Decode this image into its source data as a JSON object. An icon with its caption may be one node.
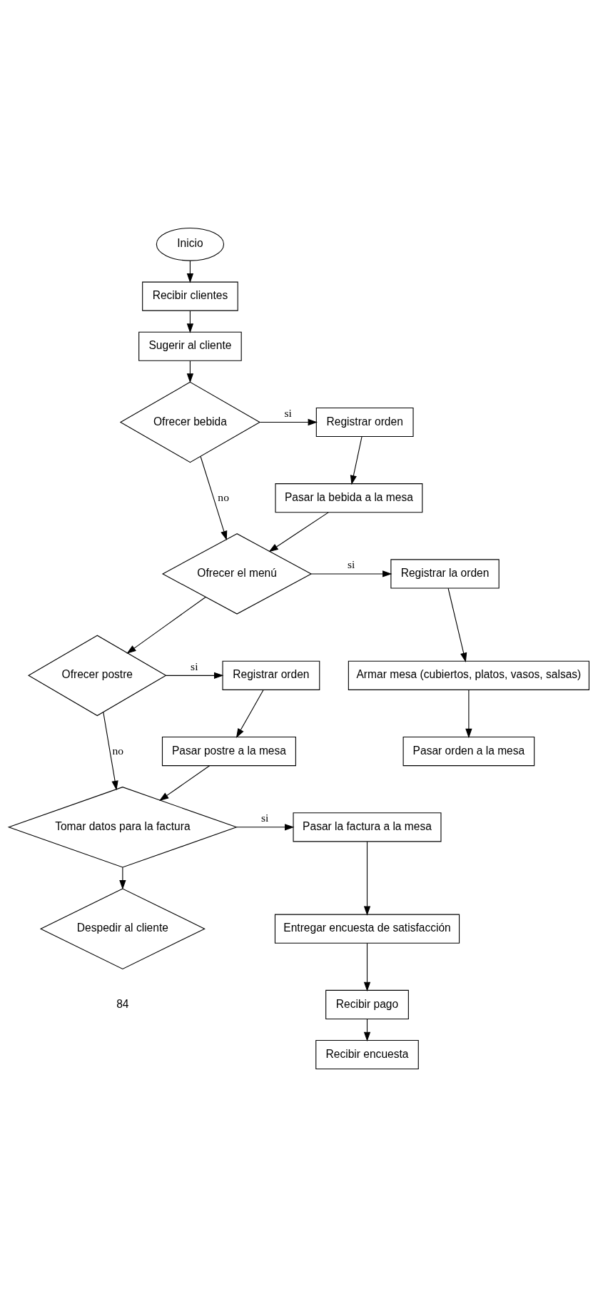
{
  "diagram": {
    "nodes": [
      {
        "text": [
          "Inicio"
        ]
      },
      {
        "text": [
          "Recibir clientes"
        ]
      },
      {
        "text": [
          "Sugerir al cliente"
        ]
      },
      {
        "text": [
          "Ofrecer bebida"
        ]
      },
      {
        "text": [
          "Registrar orden"
        ]
      },
      {
        "text": [
          "Pasar la bebida a la mesa"
        ]
      },
      {
        "text": [
          "Ofrecer el menú"
        ]
      },
      {
        "text": [
          "Registrar la orden"
        ]
      },
      {
        "text": [
          "Armar mesa (cubiertos, platos, vasos, salsas)"
        ]
      },
      {
        "text": [
          "Pasar orden a la mesa"
        ]
      },
      {
        "text": [
          "Ofrecer postre"
        ]
      },
      {
        "text": [
          "Registrar orden"
        ]
      },
      {
        "text": [
          "Pasar postre a la mesa"
        ]
      },
      {
        "text": [
          "Tomar datos para la factura"
        ]
      },
      {
        "text": [
          "Pasar la factura a la mesa"
        ]
      },
      {
        "text": [
          "Entregar encuesta de satisfacción"
        ]
      },
      {
        "text": [
          "Recibir pago"
        ]
      },
      {
        "text": [
          "Recibir encuesta"
        ]
      },
      {
        "text": [
          "Despedir al cliente"
        ]
      }
    ],
    "edges": [
      {
        "from": 0,
        "to": 1,
        "arrow": "to"
      },
      {
        "from": 1,
        "to": 2,
        "arrow": "to"
      },
      {
        "from": 2,
        "to": 3,
        "arrow": "to"
      },
      {
        "from": 3,
        "to": 4,
        "arrow": "to",
        "label": "si"
      },
      {
        "from": 4,
        "to": 5,
        "arrow": "to"
      },
      {
        "from": 5,
        "to": 6,
        "arrow": "to"
      },
      {
        "from": 3,
        "to": 6,
        "arrow": "to",
        "label": "no"
      },
      {
        "from": 6,
        "to": 7,
        "arrow": "to",
        "label": "si"
      },
      {
        "from": 7,
        "to": 8,
        "arrow": "to"
      },
      {
        "from": 8,
        "to": 9,
        "arrow": "to"
      },
      {
        "from": 6,
        "to": 10,
        "arrow": "to"
      },
      {
        "from": 10,
        "to": 11,
        "arrow": "to",
        "label": "si"
      },
      {
        "from": 11,
        "to": 12,
        "arrow": "to"
      },
      {
        "from": 12,
        "to": 13,
        "arrow": "to"
      },
      {
        "from": 10,
        "to": 13,
        "arrow": "to",
        "label": "no"
      },
      {
        "from": 13,
        "to": 14,
        "arrow": "to",
        "label": "si"
      },
      {
        "from": 14,
        "to": 15,
        "arrow": "to"
      },
      {
        "from": 15,
        "to": 16,
        "arrow": "to"
      },
      {
        "from": 16,
        "to": 17,
        "arrow": "to"
      },
      {
        "from": 13,
        "to": 18,
        "arrow": "to"
      }
    ],
    "labels": [
      "84"
    ]
  }
}
